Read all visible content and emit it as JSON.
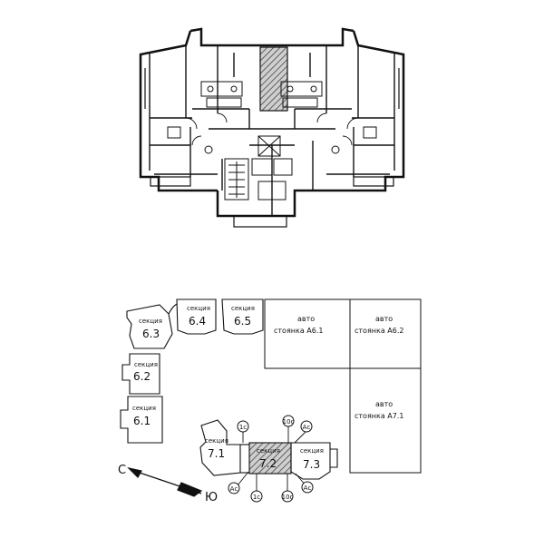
{
  "floor_plan": {
    "title": "",
    "highlighted_apartment": "hatched"
  },
  "site_plan": {
    "section_word": "секция",
    "sections": [
      {
        "id": "6.1",
        "label": "6.1"
      },
      {
        "id": "6.2",
        "label": "6.2"
      },
      {
        "id": "6.3",
        "label": "6.3"
      },
      {
        "id": "6.4",
        "label": "6.4"
      },
      {
        "id": "6.5",
        "label": "6.5"
      },
      {
        "id": "7.1",
        "label": "7.1"
      },
      {
        "id": "7.2",
        "label": "7.2"
      },
      {
        "id": "7.3",
        "label": "7.3"
      }
    ],
    "parkings": [
      {
        "line1": "авто",
        "line2": "стоянка А6.1"
      },
      {
        "line1": "авто",
        "line2": "стоянка А6.2"
      },
      {
        "line1": "авто",
        "line2": "стоянка А7.1"
      }
    ],
    "entrance_markers": [
      "1с",
      "10с",
      "Ас",
      "Ас",
      "1с",
      "10с"
    ],
    "compass": {
      "north": "С",
      "south": "Ю"
    }
  },
  "colors": {
    "line": "#111111",
    "background": "#ffffff"
  }
}
